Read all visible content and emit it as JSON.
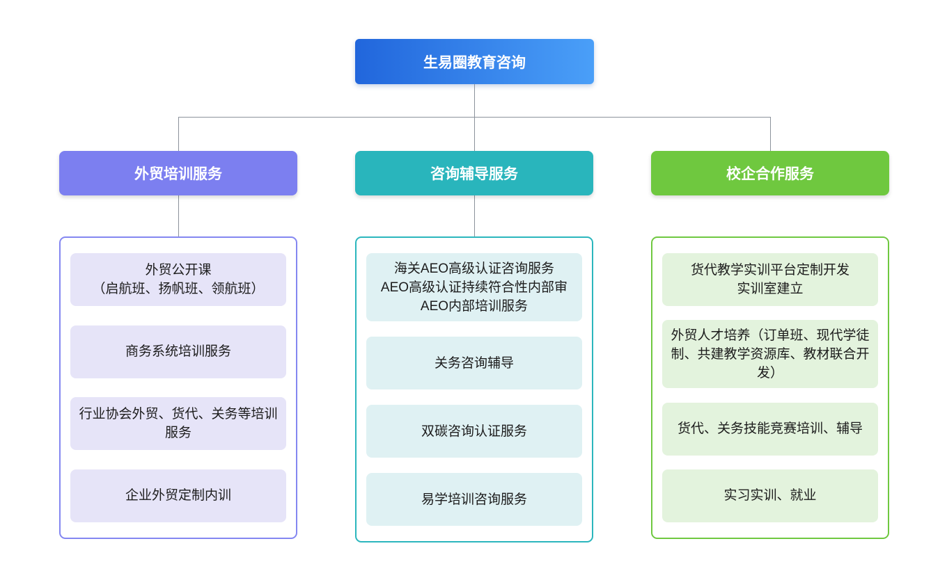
{
  "root": {
    "title": "生易圈教育咨询"
  },
  "colors": {
    "root_gradient_from": "#2166DC",
    "root_gradient_to": "#4A9FF8",
    "connector": "#8B929B"
  },
  "branches": [
    {
      "title": "外贸培训服务",
      "colors": {
        "header": "#7C7FF0",
        "border": "#8487F1",
        "item_bg": "#E6E4F8"
      },
      "items": [
        {
          "text": "外贸公开课\n（启航班、扬帆班、领航班）"
        },
        {
          "text": "商务系统培训服务"
        },
        {
          "text": "行业协会外贸、货代、关务等培训服务"
        },
        {
          "text": "企业外贸定制内训"
        }
      ]
    },
    {
      "title": "咨询辅导服务",
      "colors": {
        "header": "#29B5BC",
        "border": "#2BB6BD",
        "item_bg": "#DFF1F3"
      },
      "items": [
        {
          "text": "海关AEO高级认证咨询服务\nAEO高级认证持续符合性内部审\nAEO内部培训服务"
        },
        {
          "text": "关务咨询辅导"
        },
        {
          "text": "双碳咨询认证服务"
        },
        {
          "text": "易学培训咨询服务"
        }
      ]
    },
    {
      "title": "校企合作服务",
      "colors": {
        "header": "#6FC83F",
        "border": "#6FC840",
        "item_bg": "#E3F3DD"
      },
      "items": [
        {
          "text": "货代教学实训平台定制开发\n实训室建立"
        },
        {
          "text": "外贸人才培养（订单班、现代学徒制、共建教学资源库、教材联合开发）"
        },
        {
          "text": "货代、关务技能竞赛培训、辅导"
        },
        {
          "text": "实习实训、就业"
        }
      ]
    }
  ]
}
